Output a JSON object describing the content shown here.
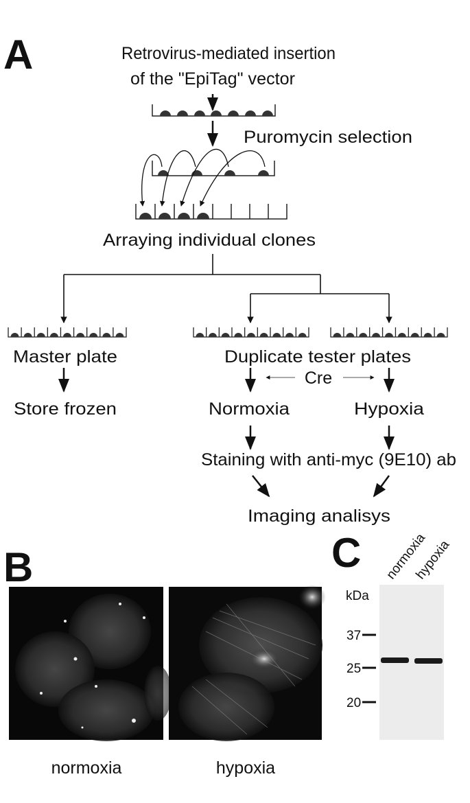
{
  "panel_a": {
    "label": "A",
    "step1_line1": "Retrovirus-mediated insertion",
    "step1_line2": "of the \"EpiTag\" vector",
    "selection": "Puromycin selection",
    "arraying": "Arraying individual clones",
    "master_plate": "Master plate",
    "store": "Store frozen",
    "duplicate": "Duplicate tester plates",
    "cre": "Cre",
    "normoxia": "Normoxia",
    "hypoxia": "Hypoxia",
    "staining": "Staining with anti-myc (9E10) ab",
    "imaging": "Imaging analisys"
  },
  "panel_b": {
    "label": "B",
    "left_caption": "normoxia",
    "right_caption": "hypoxia"
  },
  "panel_c": {
    "label": "C",
    "unit": "kDa",
    "lanes": [
      "normoxia",
      "hypoxia"
    ],
    "markers": [
      "37",
      "25",
      "20"
    ]
  }
}
